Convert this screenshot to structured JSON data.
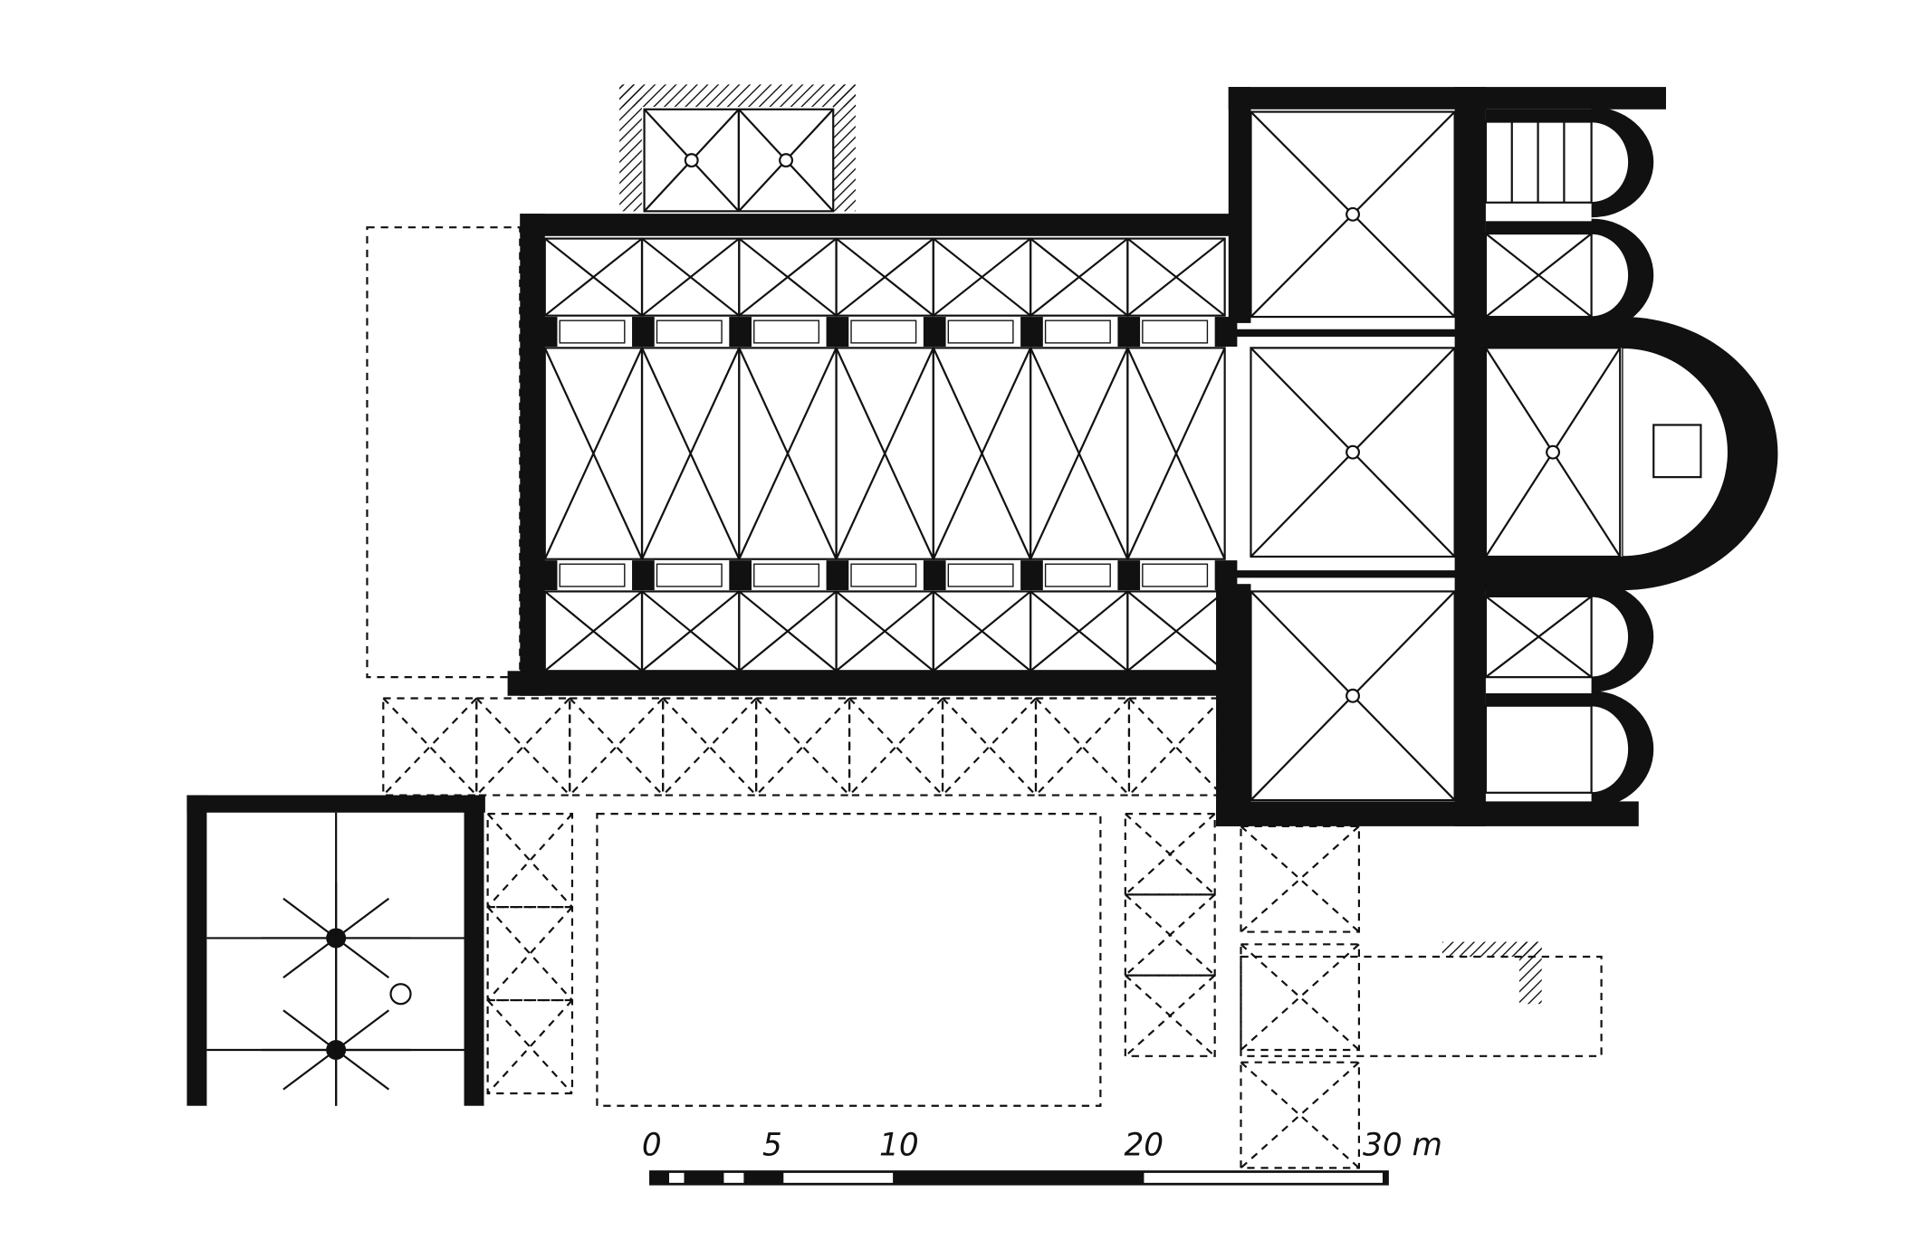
{
  "scale_bar": {
    "labels": [
      "0",
      "5",
      "10",
      "20",
      "30 m"
    ],
    "unit": "m",
    "values": [
      0,
      5,
      10,
      20,
      30
    ]
  },
  "colors": {
    "ink": "#111111",
    "paper": "#ffffff"
  }
}
